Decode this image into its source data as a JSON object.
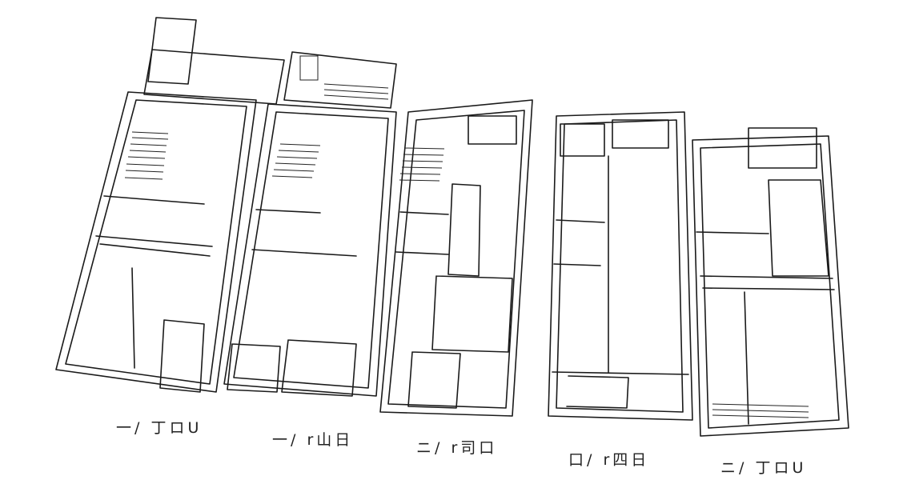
{
  "title": "Floor plan sketches",
  "plans": [
    {
      "label": "一/ 丁ロU"
    },
    {
      "label": "一/ r山日"
    },
    {
      "label": "ニ/ r司口"
    },
    {
      "label": "口/ r四日"
    },
    {
      "label": "ニ/ 丁ロU"
    }
  ],
  "colors": {
    "line": "#1a1a1a",
    "background": "#ffffff"
  }
}
